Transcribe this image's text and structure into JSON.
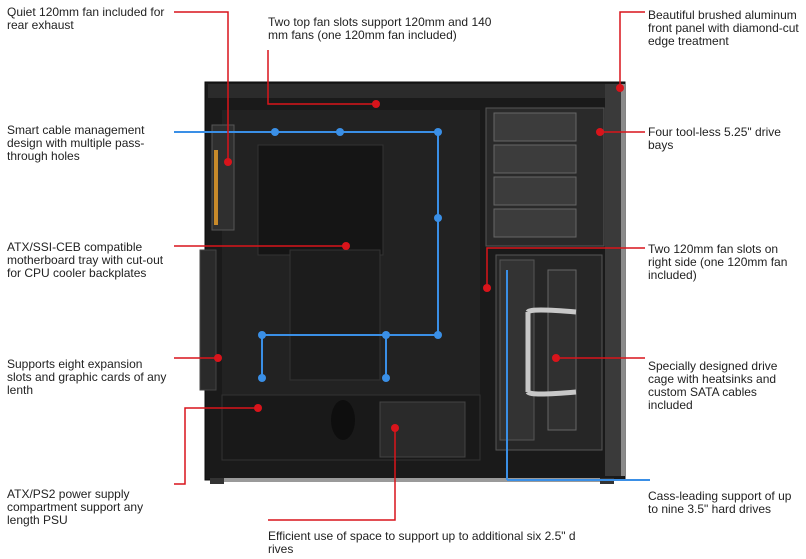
{
  "accent_colors": {
    "red": "#d9141b",
    "blue": "#3a8fe6",
    "case": "#1a1a1a"
  },
  "callouts": {
    "rear_fan": "Quiet 120mm fan included for rear exhaust",
    "top_fans": "Two top fan slots support 120mm and 140 mm fans (one 120mm fan included)",
    "front_panel": "Beautiful brushed aluminum front panel with diamond-cut edge treatment",
    "cable_mgmt": "Smart cable management design with multiple pass-through holes",
    "drive_bays": "Four tool-less 5.25\" drive bays",
    "mobo_tray": "ATX/SSI-CEB compatible motherboard tray with cut-out for CPU cooler backplates",
    "side_fans": "Two 120mm fan slots on right side (one 120mm fan included)",
    "expansion": "Supports eight expansion slots and graphic cards of any lenth",
    "drive_cage": "Specially designed drive cage with heatsinks and custom SATA cables included",
    "psu": "ATX/PS2 power supply compartment support any length PSU",
    "hdd_support": "Cass-leading support of up to nine 3.5\" hard drives",
    "ssd_space": "Efficient use of space to support up to additional six 2.5\" d rives"
  }
}
